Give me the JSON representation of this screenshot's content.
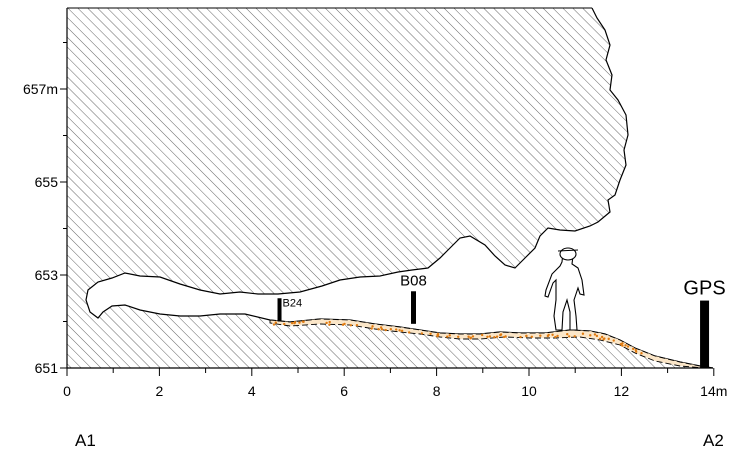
{
  "section": {
    "y_axis": {
      "unit": "m",
      "ticks": [
        {
          "value": 651,
          "label": "651"
        },
        {
          "value": 653,
          "label": "653"
        },
        {
          "value": 655,
          "label": "655"
        },
        {
          "value": 657,
          "label": "657m"
        }
      ]
    },
    "x_axis": {
      "unit": "m",
      "ticks": [
        {
          "value": 0,
          "label": "0"
        },
        {
          "value": 2,
          "label": "2"
        },
        {
          "value": 4,
          "label": "4"
        },
        {
          "value": 6,
          "label": "6"
        },
        {
          "value": 8,
          "label": "8"
        },
        {
          "value": 10,
          "label": "10"
        },
        {
          "value": 12,
          "label": "12"
        },
        {
          "value": 14,
          "label": "14m"
        }
      ]
    },
    "markers": [
      {
        "label": "B24",
        "x": 4.6,
        "base": 652.0,
        "top": 652.5
      },
      {
        "label": "B08",
        "x": 7.5,
        "base": 651.95,
        "top": 652.65
      },
      {
        "label": "GPS",
        "x": 13.8,
        "base": 651.0,
        "top": 652.45
      }
    ],
    "endpoints": {
      "left": "A1",
      "right": "A2"
    },
    "colors": {
      "rock_hatch": "#555555",
      "sediment_dots": "#e07a10",
      "outline": "#000000"
    }
  }
}
